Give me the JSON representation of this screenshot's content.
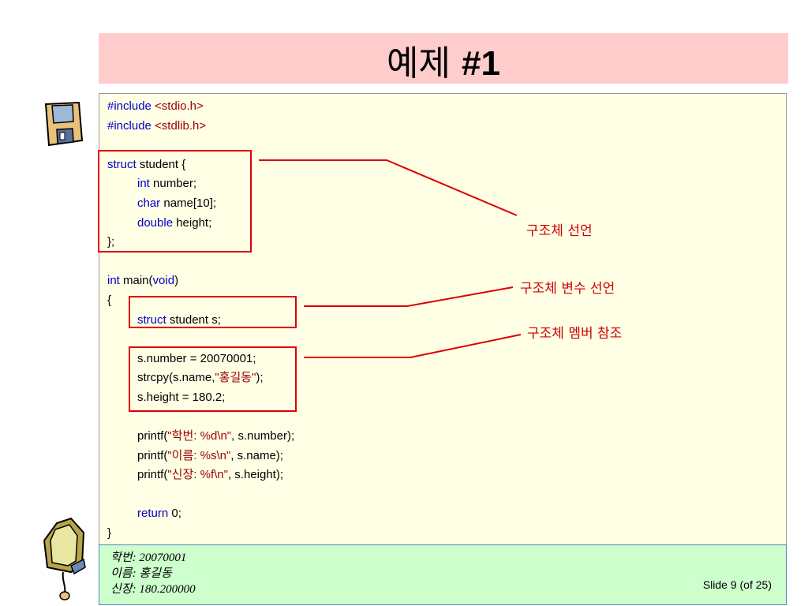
{
  "title": {
    "main": "예제 ",
    "accent": "#1"
  },
  "code": {
    "include1_kw": "#include ",
    "include1_hdr": "<stdio.h>",
    "include2_kw": "#include ",
    "include2_hdr": "<stdlib.h>",
    "struct_kw": "struct",
    "struct_rest": " student {",
    "int_kw": "int",
    "number_rest": " number;",
    "char_kw": "char",
    "name_rest": " name[10];",
    "double_kw": "double",
    "height_rest": " height;",
    "struct_close": "};",
    "main_int": "int",
    "main_mid": " main(",
    "main_void": "void",
    "main_close": ")",
    "brace_open": "{",
    "decl_kw": "struct",
    "decl_rest": " student s;",
    "assign_number": "s.number = 20070001;",
    "strcpy_pre": "strcpy(s.name,",
    "strcpy_str": "\"홍길동\"",
    "strcpy_post": ");",
    "assign_height": "s.height = 180.2;",
    "p1_pre": "printf(",
    "p1_str": "\"학번: %d\\n\"",
    "p1_post": ", s.number);",
    "p2_pre": "printf(",
    "p2_str": "\"이름: %s\\n\"",
    "p2_post": ", s.name);",
    "p3_pre": "printf(",
    "p3_str": "\"신장: %f\\n\"",
    "p3_post": ", s.height);",
    "return_kw": "return",
    "return_rest": " 0;",
    "brace_close": "}"
  },
  "annotations": {
    "struct_decl": "구조체 선언",
    "var_decl": "구조체 변수 선언",
    "member_ref": "구조체 멤버 참조"
  },
  "output": {
    "line1": "학번: 20070001",
    "line2": "이름: 홍길동",
    "line3": "신장: 180.200000"
  },
  "slide_label": "Slide  9 (of  25)",
  "colors": {
    "annotation": "#cc0000",
    "keyword": "#0000cc",
    "string": "#990000",
    "title_bg": "#ffcccc",
    "code_bg": "#ffffe5",
    "output_bg": "#ccffcc"
  },
  "icons": [
    "floppy-disk-icon",
    "computer-monitor-icon"
  ]
}
